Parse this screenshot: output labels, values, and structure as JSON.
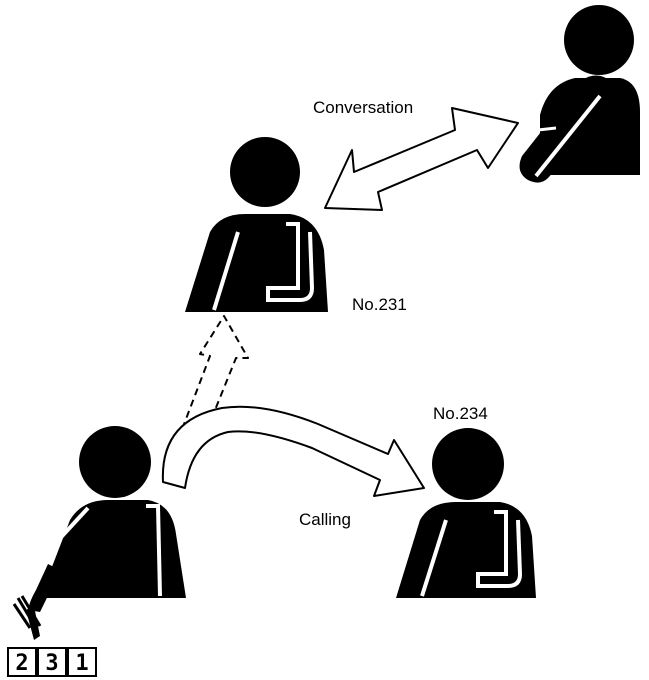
{
  "labels": {
    "conversation": "Conversation",
    "extension_231": "No.231",
    "extension_234": "No.234",
    "calling": "Calling"
  },
  "keypad": {
    "keys": [
      "2",
      "3",
      "1"
    ]
  },
  "icons": {
    "person": "person-silhouette-icon",
    "solid_arrow": "double-headed-arrow-icon",
    "dashed_arrow": "dashed-arrow-icon",
    "pointing_hand": "pointing-finger-icon"
  },
  "colors": {
    "figure": "#000000",
    "arrow_fill": "#ffffff",
    "outline": "#000000"
  }
}
